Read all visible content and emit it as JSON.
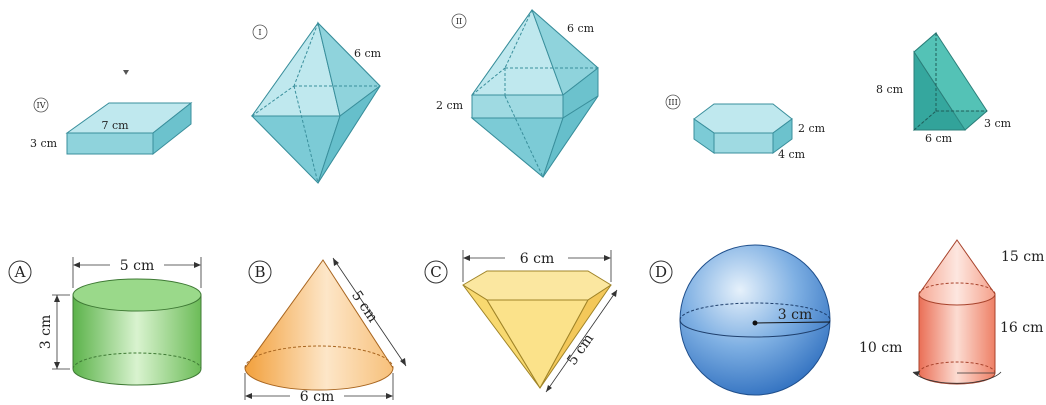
{
  "shapes_top": {
    "cuboid": {
      "roman": "IV",
      "length": "7 cm",
      "height": "3 cm"
    },
    "octahedron": {
      "roman": "I",
      "edge": "6 cm"
    },
    "prism_pyramids": {
      "roman": "II",
      "edge": "6 cm",
      "height": "2 cm"
    },
    "hex_prism": {
      "roman": "III",
      "height": "2 cm",
      "side": "4 cm"
    },
    "tri_prism": {
      "height": "8 cm",
      "base": "6 cm",
      "depth": "3 cm"
    }
  },
  "shapes_bottom": {
    "cylinder": {
      "letter": "A",
      "diameter": "5 cm",
      "height": "3 cm"
    },
    "cone": {
      "letter": "B",
      "slant": "5 cm",
      "diameter": "6 cm"
    },
    "hex_pyramid": {
      "letter": "C",
      "width": "6 cm",
      "slant": "5 cm"
    },
    "sphere": {
      "letter": "D",
      "radius": "3 cm"
    },
    "cone_cylinder": {
      "cone_slant": "15 cm",
      "cyl_height": "16 cm",
      "diameter": "10 cm"
    }
  },
  "colors": {
    "teal_light": "#a9dfe6",
    "teal_mid": "#7ccbd6",
    "teal_dark": "#46b8b0",
    "green": "#8fd27c",
    "orange": "#f4b258",
    "yellow": "#fbe28a",
    "blue": "#5d97d8",
    "red": "#f2917a"
  }
}
